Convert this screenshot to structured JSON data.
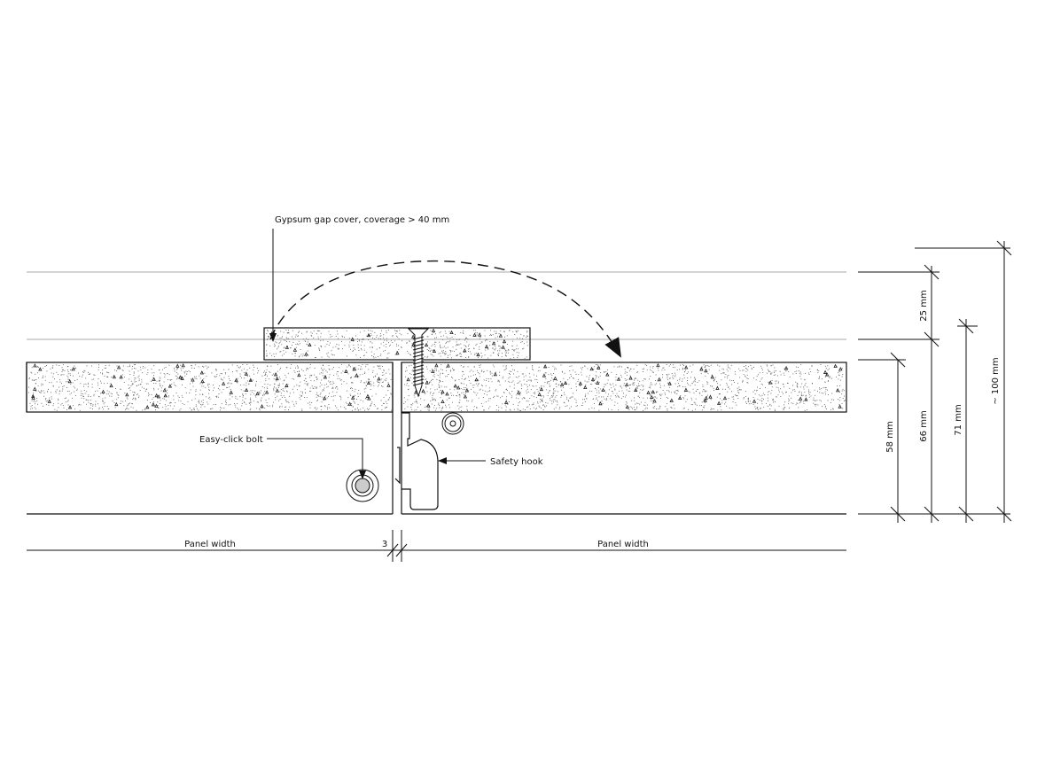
{
  "labels": {
    "gap_cover": "Gypsum gap cover, coverage > 40 mm",
    "bolt": "Easy-click bolt",
    "hook": "Safety hook",
    "panel_width_left": "Panel width",
    "gap": "3",
    "panel_width_right": "Panel width"
  },
  "dimensions": {
    "d25": "25 mm",
    "d58": "58 mm",
    "d66": "66 mm",
    "d71": "71 mm",
    "d100": "~ 100 mm"
  }
}
